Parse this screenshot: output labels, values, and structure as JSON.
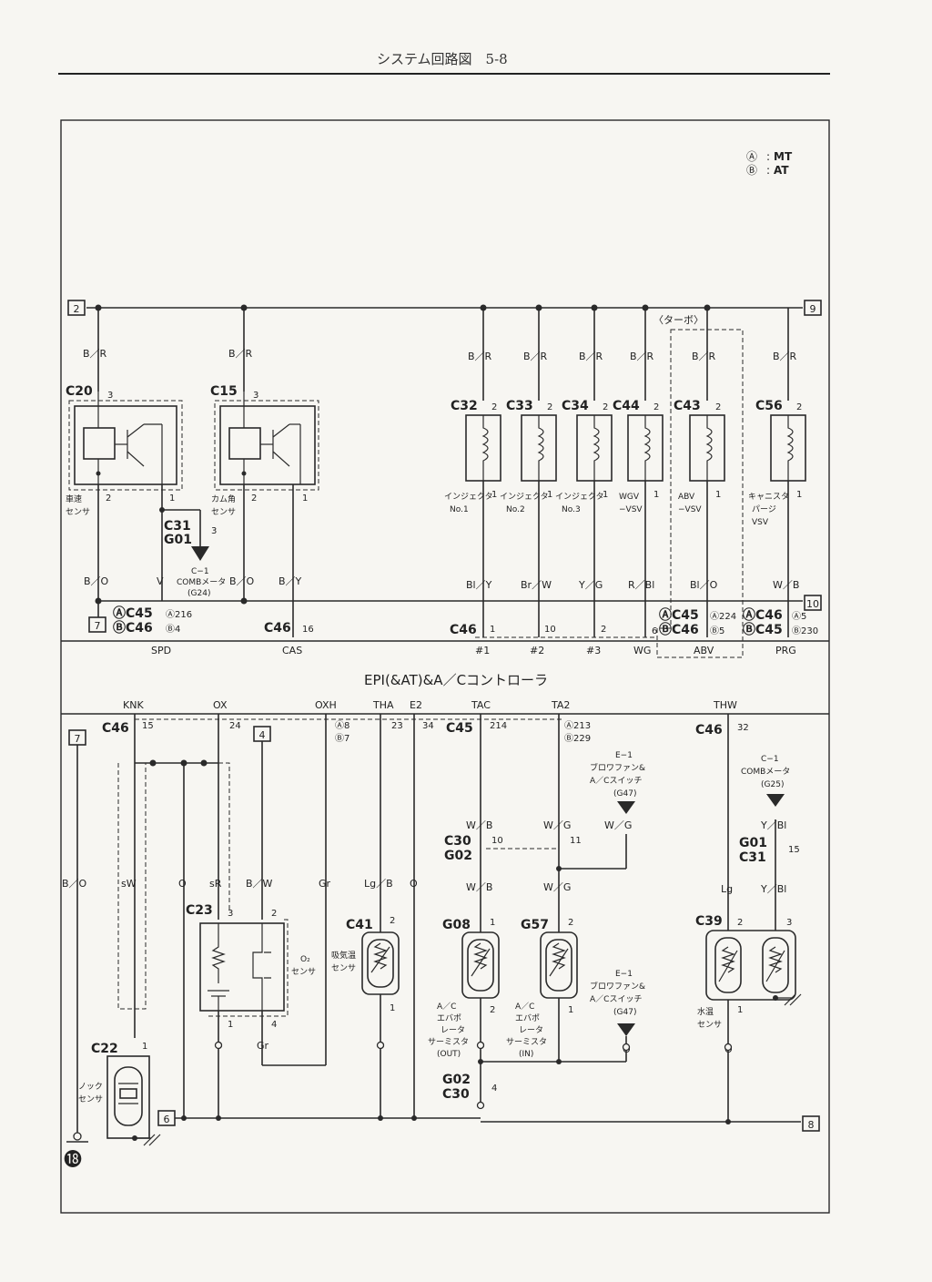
{
  "header": {
    "title": "システム回路図　5-8"
  },
  "legend": [
    {
      "mark": "Ⓐ",
      "text": "MT"
    },
    {
      "mark": "Ⓑ",
      "text": "AT"
    }
  ],
  "controller_title": "EPI(&AT)&A／Cコントローラ",
  "turbo_label": "〈ターボ〉",
  "terminals": [
    "2",
    "9",
    "7",
    "10",
    "7",
    "4",
    "6",
    "8"
  ],
  "ground_mark": "⓲",
  "upper": {
    "supply_wire": "B／R",
    "speed_sensor": {
      "conn": "C20",
      "pin_top": "3",
      "pin_a": "2",
      "pin_b": "1",
      "label": [
        "車速",
        "センサ"
      ]
    },
    "cam_sensor": {
      "conn": "C15",
      "pin_top": "3",
      "pin_a": "2",
      "pin_b": "1",
      "label": [
        "カム角",
        "センサ"
      ]
    },
    "comb_meter_1": {
      "conn": [
        "C31",
        "G01"
      ],
      "pin": "3",
      "label": [
        "C−1",
        "COMBメータ",
        "(G24)"
      ]
    },
    "wires_low": [
      "B／O",
      "V",
      "B／O",
      "B／Y",
      "Bl／Y",
      "Br／W",
      "Y／G",
      "R／Bl",
      "Bl／O",
      "W／B"
    ],
    "actuators": [
      {
        "conn": "C32",
        "p_top": "2",
        "p_bot": "1",
        "label": [
          "インジェクタ",
          "No.1"
        ]
      },
      {
        "conn": "C33",
        "p_top": "2",
        "p_bot": "1",
        "label": [
          "インジェクタ",
          "No.2"
        ]
      },
      {
        "conn": "C34",
        "p_top": "2",
        "p_bot": "1",
        "label": [
          "インジェクタ",
          "No.3"
        ]
      },
      {
        "conn": "C44",
        "p_top": "2",
        "p_bot": "1",
        "label": [
          "WGV",
          "−VSV"
        ]
      },
      {
        "conn": "C43",
        "p_top": "2",
        "p_bot": "1",
        "label": [
          "ABV",
          "−VSV"
        ]
      },
      {
        "conn": "C56",
        "p_top": "2",
        "p_bot": "1",
        "label": [
          "キャニスタ",
          "パージ",
          "VSV"
        ]
      }
    ],
    "ecu_conn_left": {
      "a": "ⒶC45",
      "b": "ⒷC46",
      "pa": "Ⓐ216",
      "pb": "Ⓑ4"
    },
    "ecu_c46_cas": {
      "conn": "C46",
      "pin": "16"
    },
    "ecu_c46_inj": {
      "conn": "C46",
      "pins": [
        "1",
        "10",
        "2",
        "6"
      ]
    },
    "ecu_abv": {
      "a": "ⒶC45",
      "b": "ⒷC46",
      "pa": "Ⓐ224",
      "pb": "Ⓑ5"
    },
    "ecu_prg": {
      "a": "ⒶC46",
      "b": "ⒷC45",
      "pa": "Ⓐ5",
      "pb": "Ⓑ230"
    },
    "signals": [
      "SPD",
      "CAS",
      "#1",
      "#2",
      "#3",
      "WG",
      "ABV",
      "PRG"
    ]
  },
  "lower": {
    "signals": [
      "KNK",
      "OX",
      "OXH",
      "THA",
      "E2",
      "TAC",
      "TA2",
      "THW"
    ],
    "c46_knk": {
      "conn": "C46",
      "pin": "15"
    },
    "pins_ox": [
      "24",
      "Ⓐ8",
      "Ⓑ7",
      "23",
      "34"
    ],
    "c45_tac": {
      "conn": "C45",
      "pin": "214"
    },
    "ta2_pins": [
      "Ⓐ213",
      "Ⓑ229"
    ],
    "c46_thw": {
      "conn": "C46",
      "pin": "32"
    },
    "wires": [
      "B／O",
      "sW",
      "O",
      "sR",
      "B／W",
      "Gr",
      "Lg／B",
      "O",
      "W／B",
      "W／G",
      "W／G",
      "Y／Bl",
      "W／B",
      "W／G",
      "Lg",
      "Y／Bl",
      "O",
      "Gr",
      "O",
      "O",
      "O",
      "O"
    ],
    "o2_sensor": {
      "conn": "C23",
      "pins": [
        "3",
        "2",
        "1",
        "4"
      ],
      "label": [
        "O₂",
        "センサ"
      ]
    },
    "intake_sensor": {
      "conn": "C41",
      "pins": [
        "2",
        "1"
      ],
      "label": [
        "吸気温",
        "センサ"
      ]
    },
    "knock_sensor": {
      "conn": "C22",
      "pin": "1",
      "label": [
        "ノック",
        "センサ"
      ]
    },
    "evap_out": {
      "conn": "G08",
      "pins": [
        "1",
        "2"
      ],
      "label": [
        "A／C",
        "エバポ",
        "レータ",
        "サーミスタ",
        "(OUT)"
      ]
    },
    "evap_in": {
      "conn": "G57",
      "pins": [
        "2",
        "1"
      ],
      "label": [
        "A／C",
        "エバポ",
        "レータ",
        "サーミスタ",
        "(IN)"
      ]
    },
    "water_sensor": {
      "conn": "C39",
      "pins": [
        "2",
        "3",
        "1"
      ],
      "label": [
        "水温",
        "センサ"
      ]
    },
    "c30_g02_top": {
      "conn": [
        "C30",
        "G02"
      ],
      "pins": [
        "10",
        "11"
      ]
    },
    "g02_c30_bot": {
      "conn": [
        "G02",
        "C30"
      ],
      "pin": "4"
    },
    "g01_c31": {
      "conn": [
        "G01",
        "C31"
      ],
      "pin": "15"
    },
    "blower_switch_top": [
      "E−1",
      "ブロワファン&",
      "A／Cスイッチ",
      "(G47)"
    ],
    "blower_switch_bot": [
      "E−1",
      "ブロワファン&",
      "A／Cスイッチ",
      "(G47)"
    ],
    "comb_meter_2": [
      "C−1",
      "COMBメータ",
      "(G25)"
    ]
  }
}
